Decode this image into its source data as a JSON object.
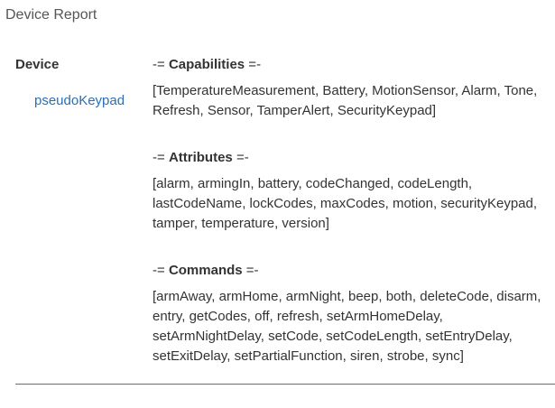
{
  "page": {
    "title": "Device Report"
  },
  "device": {
    "header": "Device",
    "name": "pseudoKeypad"
  },
  "sections": {
    "capabilities": {
      "prefix": "-= ",
      "label": "Capabilities",
      "suffix": " =-",
      "values": "[TemperatureMeasurement, Battery, MotionSensor, Alarm, Tone, Refresh, Sensor, TamperAlert, SecurityKeypad]"
    },
    "attributes": {
      "prefix": "-= ",
      "label": "Attributes",
      "suffix": " =-",
      "values": "[alarm, armingIn, battery, codeChanged, codeLength, lastCodeName, lockCodes, maxCodes, motion, securityKeypad, tamper, temperature, version]"
    },
    "commands": {
      "prefix": "-= ",
      "label": "Commands",
      "suffix": " =-",
      "values": "[armAway, armHome, armNight, beep, both, deleteCode, disarm, entry, getCodes, off, refresh, setArmHomeDelay, setArmNightDelay, setCode, setCodeLength, setEntryDelay, setExitDelay, setPartialFunction, siren, strobe, sync]"
    }
  },
  "colors": {
    "link": "#2a6fb5",
    "divider": "#2a8a85",
    "text": "#333333"
  }
}
